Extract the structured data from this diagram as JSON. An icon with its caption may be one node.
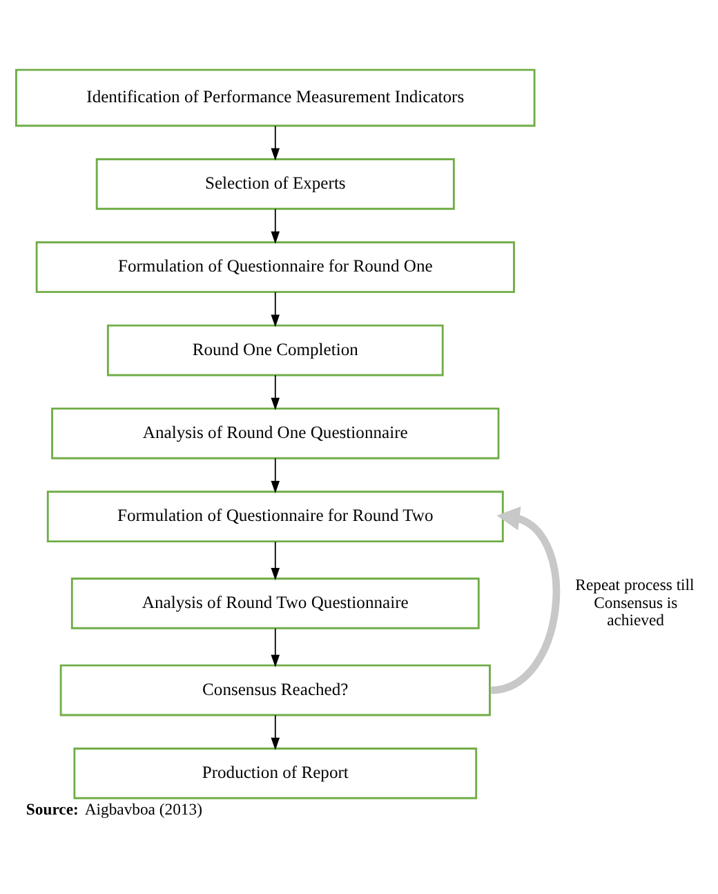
{
  "diagram": {
    "caption": "**Source:** Aigbavboa (2013)",
    "nodes": [
      {
        "text": [
          "Identification of Performance Measurement Indicators"
        ]
      },
      {
        "text": [
          "Selection of Experts"
        ]
      },
      {
        "text": [
          "Formulation of Questionnaire for Round One"
        ]
      },
      {
        "text": [
          "Round One Completion"
        ]
      },
      {
        "text": [
          "Analysis of Round One Questionnaire"
        ]
      },
      {
        "text": [
          "Formulation of Questionnaire for Round Two"
        ]
      },
      {
        "text": [
          "Analysis of Round Two Questionnaire"
        ]
      },
      {
        "text": [
          "Consensus Reached?"
        ]
      },
      {
        "text": [
          "Production of Report"
        ]
      }
    ],
    "edges": [
      {
        "from": 0,
        "to": 1,
        "arrow": "to"
      },
      {
        "from": 1,
        "to": 2,
        "arrow": "to"
      },
      {
        "from": 2,
        "to": 3,
        "arrow": "to"
      },
      {
        "from": 3,
        "to": 4,
        "arrow": "to"
      },
      {
        "from": 4,
        "to": 5,
        "arrow": "to"
      },
      {
        "from": 5,
        "to": 6,
        "arrow": "to"
      },
      {
        "from": 6,
        "to": 7,
        "arrow": "to"
      },
      {
        "from": 7,
        "to": 8,
        "arrow": "to"
      },
      {
        "from": 7,
        "to": 5,
        "arrow": "to",
        "label": "Repeat process till Consensus is achieved",
        "style": "thick",
        "color": "#c8c8c8"
      }
    ]
  }
}
